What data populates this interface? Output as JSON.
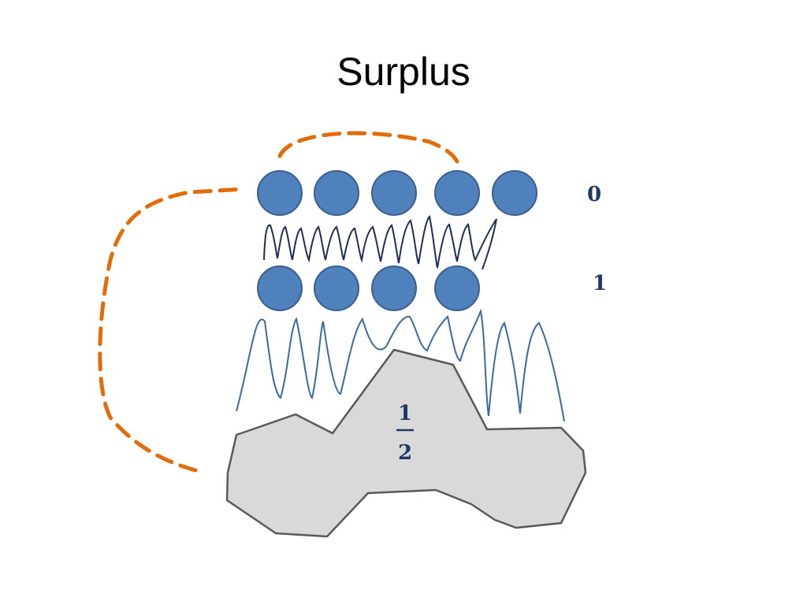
{
  "title": "Surplus",
  "labels": {
    "layer0": "0",
    "layer1": "1",
    "frac_num": "1",
    "frac_den": "2"
  },
  "colors": {
    "ball_fill": "#4f81bd",
    "ball_stroke": "#3a5f8f",
    "spring_dark": "#1f2d5a",
    "spring_light": "#3b6aa0",
    "dashed_loop": "#e36c0a",
    "substrate_fill": "#d9d9d9",
    "substrate_stroke": "#595959",
    "label_text": "#1f3864"
  },
  "rows": [
    {
      "name": "row-top",
      "count": 5
    },
    {
      "name": "row-middle",
      "count": 4
    }
  ]
}
